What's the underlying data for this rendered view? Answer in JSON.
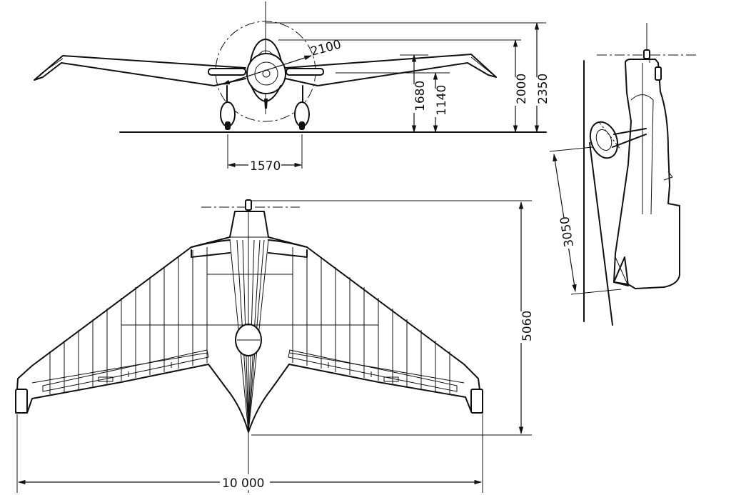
{
  "dimensions": {
    "propeller_diameter": "2100",
    "height_to_wingtip": "1680",
    "height_to_wing_root": "1140",
    "height_to_hub": "2000",
    "overall_height": "2350",
    "track": "1570",
    "length": "5060",
    "wingspan": "10 000",
    "side_dim": "3050"
  }
}
